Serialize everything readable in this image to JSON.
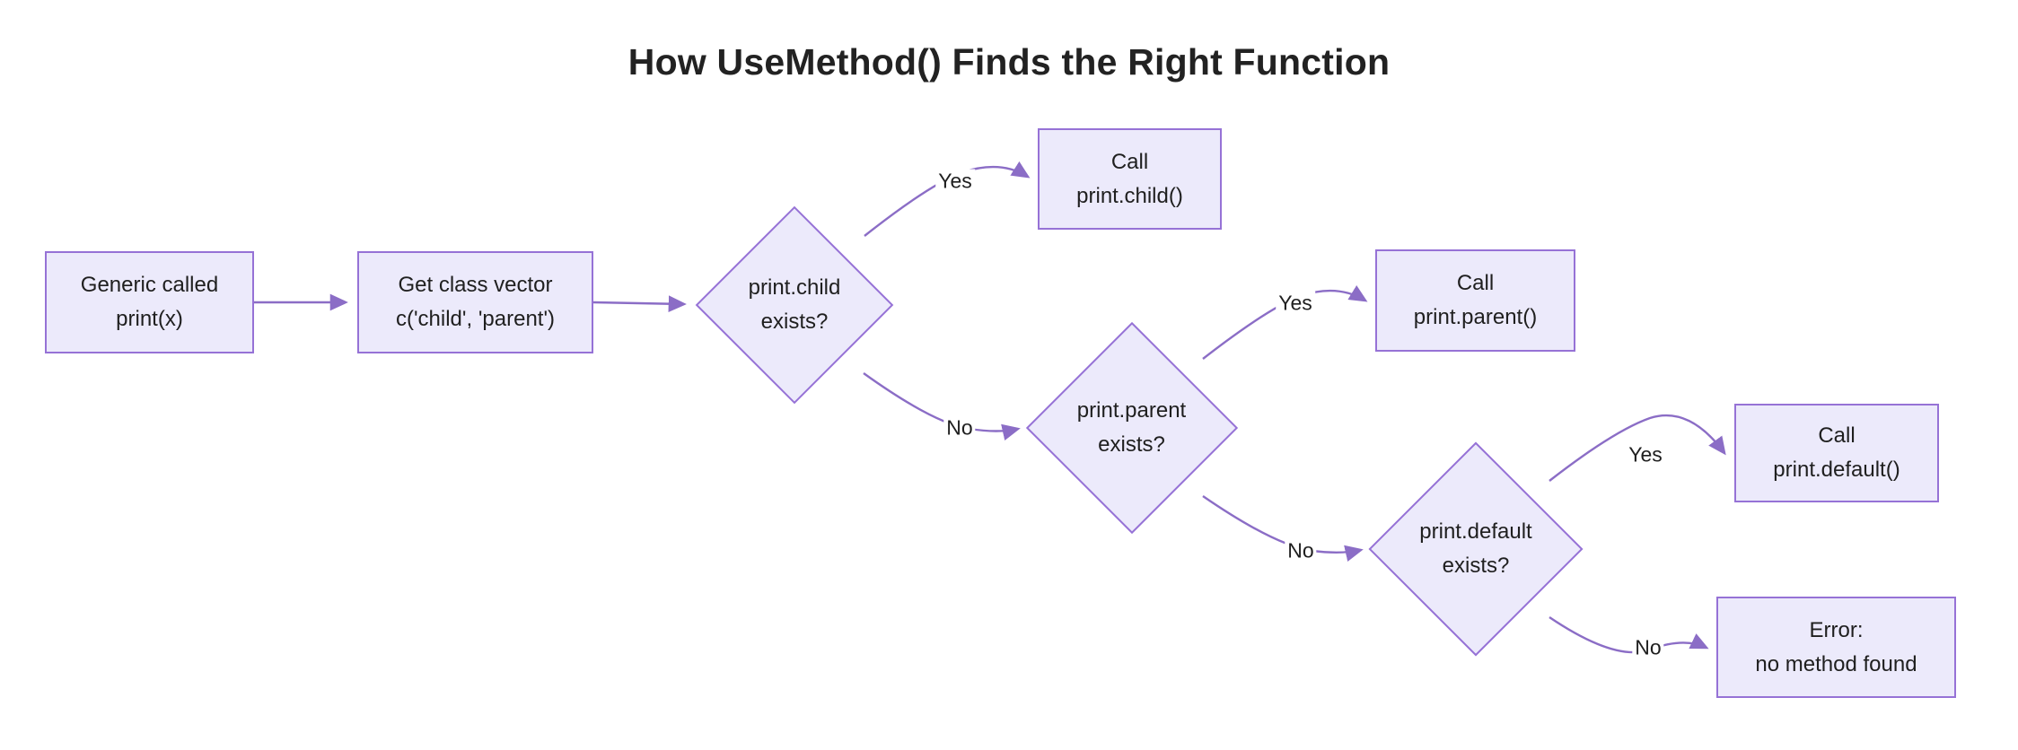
{
  "diagram": {
    "title": "How UseMethod() Finds the Right Function",
    "colors": {
      "node_fill": "#ECEAFB",
      "node_border": "#9672D6",
      "edge_stroke": "#8B6DC6",
      "text": "#1f1f1f",
      "title_text": "#222222",
      "background": "#ffffff"
    },
    "nodes": {
      "generic_called": {
        "line1": "Generic called",
        "line2": "print(x)"
      },
      "get_class_vector": {
        "line1": "Get class vector",
        "line2": "c('child', 'parent')"
      },
      "child_exists": {
        "line1": "print.child",
        "line2": "exists?"
      },
      "call_child": {
        "line1": "Call",
        "line2": "print.child()"
      },
      "parent_exists": {
        "line1": "print.parent",
        "line2": "exists?"
      },
      "call_parent": {
        "line1": "Call",
        "line2": "print.parent()"
      },
      "default_exists": {
        "line1": "print.default",
        "line2": "exists?"
      },
      "call_default": {
        "line1": "Call",
        "line2": "print.default()"
      },
      "error_no_method": {
        "line1": "Error:",
        "line2": "no method found"
      }
    },
    "edge_labels": {
      "child_yes": "Yes",
      "child_no": "No",
      "parent_yes": "Yes",
      "parent_no": "No",
      "default_yes": "Yes",
      "default_no": "No"
    }
  }
}
